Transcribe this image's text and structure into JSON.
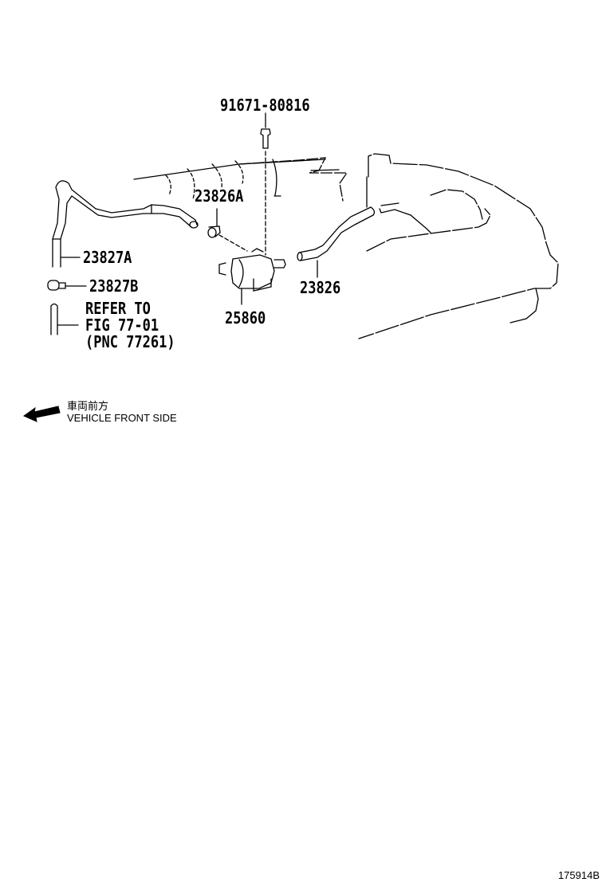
{
  "parts": {
    "bolt": "91671-80816",
    "clamp": "23826A",
    "hose_a": "23827A",
    "cap_b": "23827B",
    "valve": "25860",
    "hose": "23826"
  },
  "reference": {
    "line1": "REFER TO",
    "line2": "FIG 77-01",
    "line3": "(PNC 77261)"
  },
  "orientation": {
    "japanese": "車両前方",
    "english": "VEHICLE FRONT SIDE",
    "icon": "arrow-left-icon"
  },
  "figure_number": "175914B"
}
